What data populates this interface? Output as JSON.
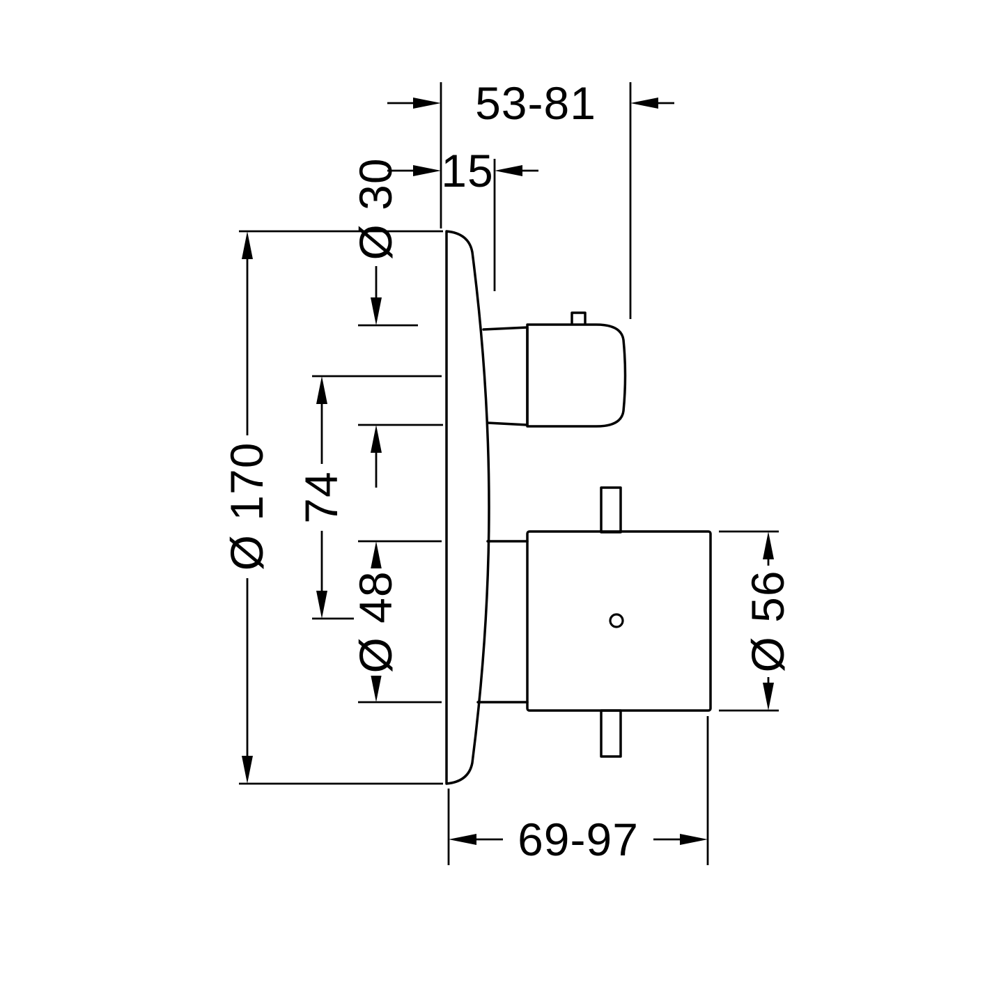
{
  "colors": {
    "ink": "#000000",
    "background": "#ffffff"
  },
  "drawing": {
    "type": "technical-dimension-drawing",
    "dimensions": {
      "top_depth_range": "53-81",
      "plate_thickness": "15",
      "upper_handle_diameter": "Ø 30",
      "escutcheon_diameter": "Ø 170",
      "handle_axis_distance": "74",
      "lower_sleeve_diameter": "Ø 48",
      "valve_handle_diameter": "Ø 56",
      "bottom_depth_range": "69-97"
    }
  }
}
